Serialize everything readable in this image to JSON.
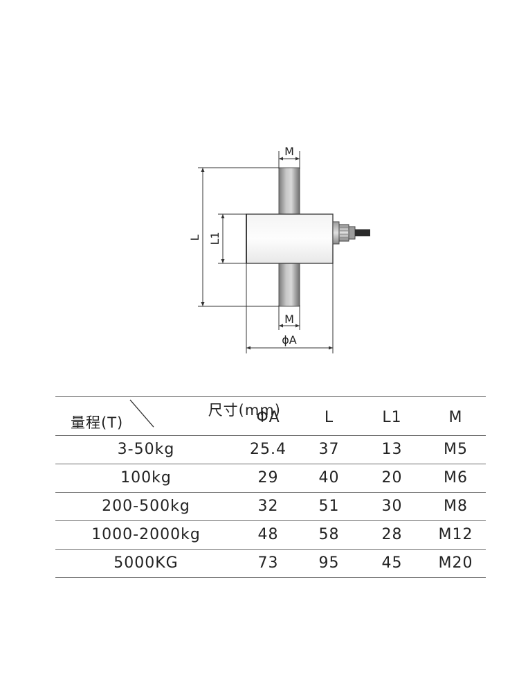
{
  "drawing": {
    "dim_labels": {
      "m_top": "M",
      "m_bottom": "M",
      "length": "L",
      "length1": "L1",
      "diameter": "ϕA"
    }
  },
  "table": {
    "corner": {
      "top": "尺寸(mm)",
      "bottom": "量程(T)"
    },
    "columns": [
      "ΦA",
      "L",
      "L1",
      "M"
    ],
    "rows": [
      {
        "range": "3-50kg",
        "values": [
          "25.4",
          "37",
          "13",
          "M5"
        ]
      },
      {
        "range": "100kg",
        "values": [
          "29",
          "40",
          "20",
          "M6"
        ]
      },
      {
        "range": "200-500kg",
        "values": [
          "32",
          "51",
          "30",
          "M8"
        ]
      },
      {
        "range": "1000-2000kg",
        "values": [
          "48",
          "58",
          "28",
          "M12"
        ]
      },
      {
        "range": "5000KG",
        "values": [
          "73",
          "95",
          "45",
          "M20"
        ]
      }
    ]
  }
}
